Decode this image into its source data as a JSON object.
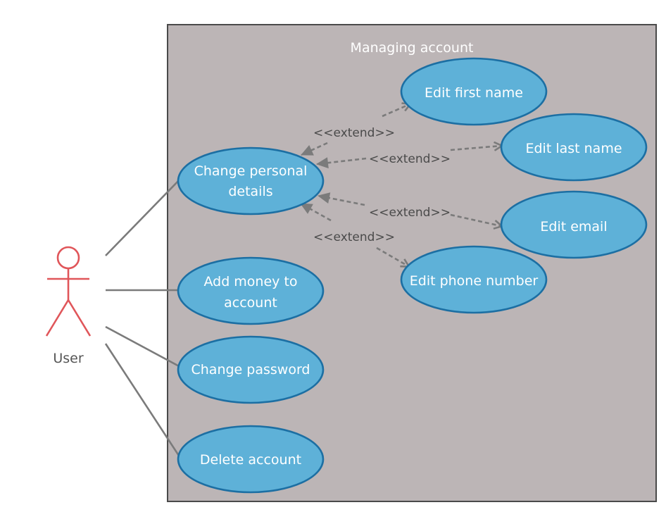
{
  "system": {
    "title": "Managing account"
  },
  "actor": {
    "name": "User"
  },
  "use_cases": {
    "change_personal_details": [
      "Change personal",
      "details"
    ],
    "add_money": [
      "Add money to",
      "account"
    ],
    "change_password": "Change password",
    "delete_account": "Delete account",
    "edit_first_name": "Edit first name",
    "edit_last_name": "Edit last name",
    "edit_email": "Edit email",
    "edit_phone_number": "Edit phone number"
  },
  "relations": {
    "extend_label": "<<extend>>"
  },
  "colors": {
    "system_fill": "#bcb5b6",
    "system_border": "#4a4a4a",
    "use_case_fill": "#5eb1d8",
    "use_case_border": "#1c6fa3",
    "actor": "#e0565a",
    "connector": "#7b7b7b"
  }
}
